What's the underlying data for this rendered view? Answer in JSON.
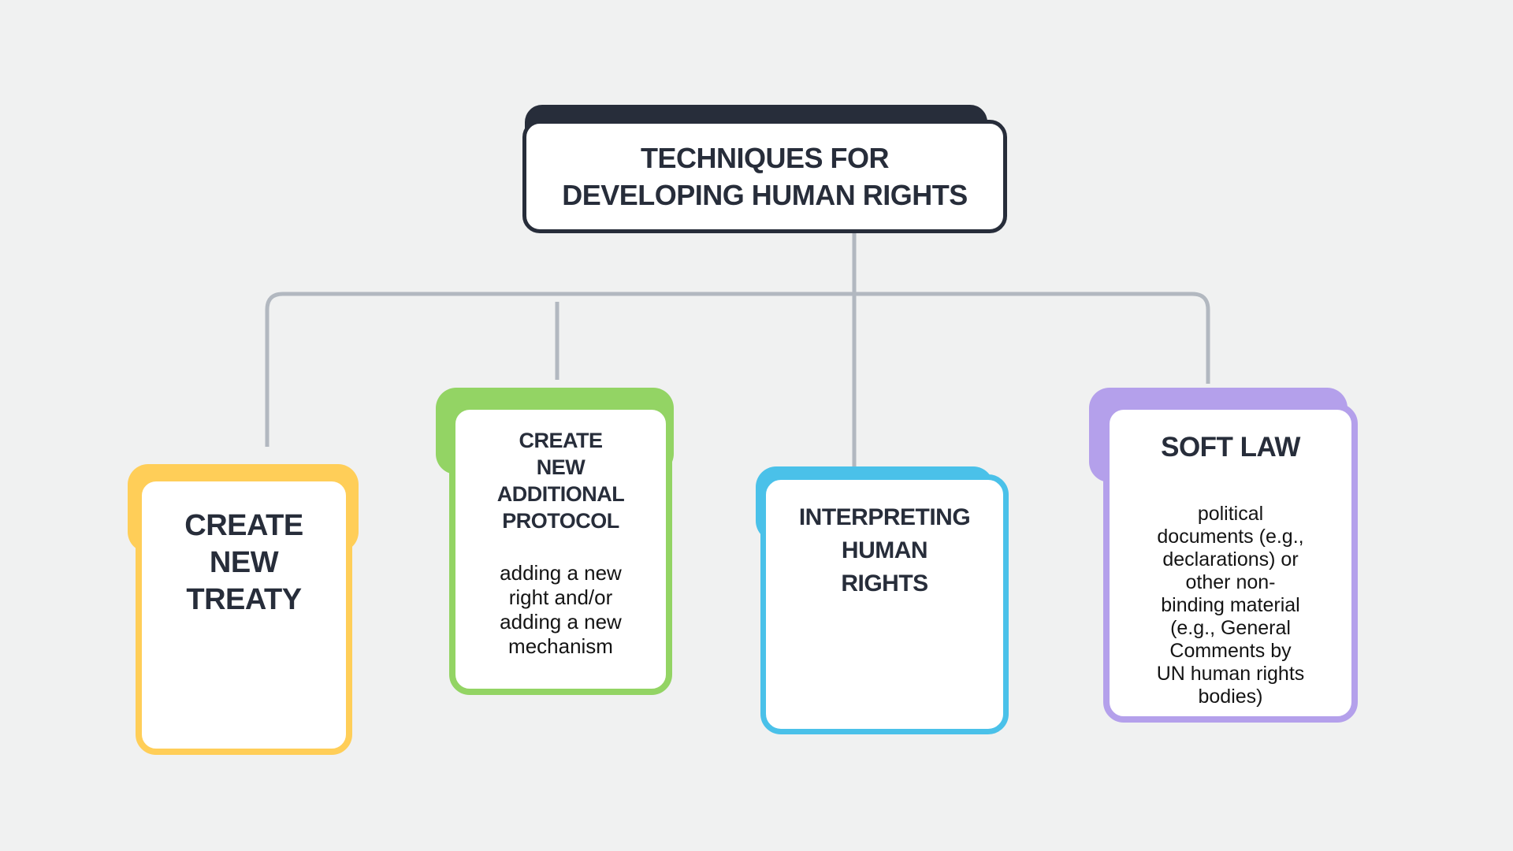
{
  "background": "#F0F1F1",
  "connector": {
    "color": "#B2B8C0"
  },
  "root": {
    "title": "TECHNIQUES FOR\nDEVELOPING HUMAN RIGHTS",
    "color": "#272D3A"
  },
  "nodes": [
    {
      "id": "create-new-treaty",
      "title": "CREATE\nNEW\nTREATY",
      "body": "",
      "color": "#FFCE58"
    },
    {
      "id": "create-new-additional-protocol",
      "title": "CREATE\nNEW\nADDITIONAL\nPROTOCOL",
      "body": "adding a new\nright and/or\nadding a new\nmechanism",
      "color": "#93D464"
    },
    {
      "id": "interpreting-human-rights",
      "title": "INTERPRETING\nHUMAN\nRIGHTS",
      "body": "",
      "color": "#4AC1E9"
    },
    {
      "id": "soft-law",
      "title": "SOFT LAW",
      "body": "political\ndocuments (e.g.,\ndeclarations) or\nother non-\nbinding material\n(e.g., General\nComments by\nUN human rights\nbodies)",
      "color": "#B4A0EB"
    }
  ]
}
